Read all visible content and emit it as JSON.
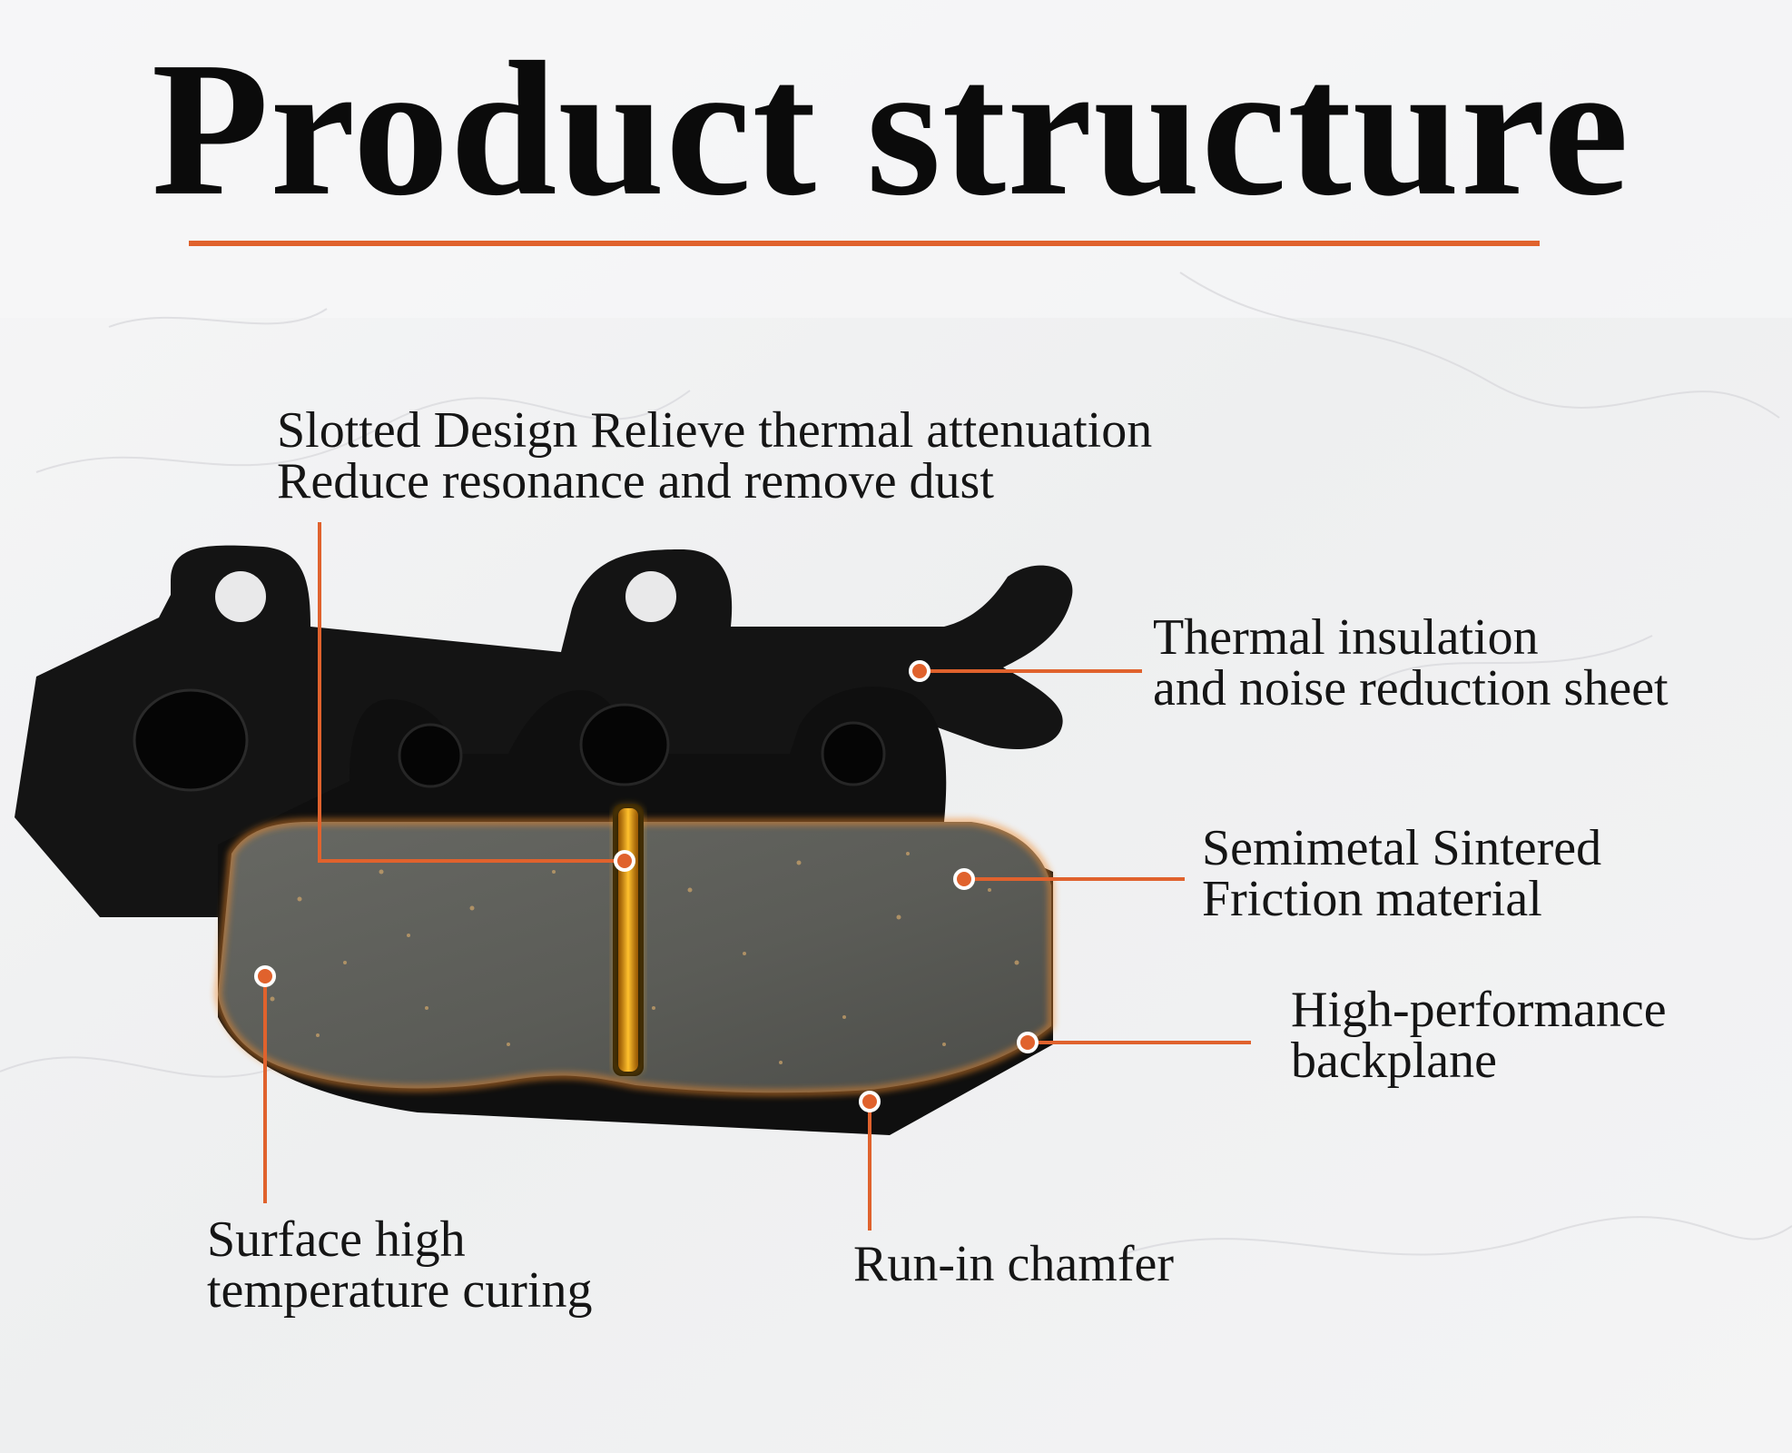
{
  "title": "Product structure",
  "colors": {
    "accent": "#e0622d",
    "backplate": "#141414",
    "friction": "#5e5f5a",
    "slot_glow": "#e8a418",
    "text": "#151515"
  },
  "labels": {
    "slotted": {
      "line1": "Slotted Design Relieve thermal attenuation",
      "line2": "Reduce resonance and remove dust"
    },
    "insulation": {
      "line1": "Thermal insulation",
      "line2": "and noise reduction sheet"
    },
    "semimetal": {
      "line1": "Semimetal Sintered",
      "line2": "Friction material"
    },
    "backplane": {
      "line1": "High-performance",
      "line2": "backplane"
    },
    "surface": {
      "line1": "Surface high",
      "line2": "temperature curing"
    },
    "chamfer": {
      "line1": "Run-in chamfer"
    }
  }
}
